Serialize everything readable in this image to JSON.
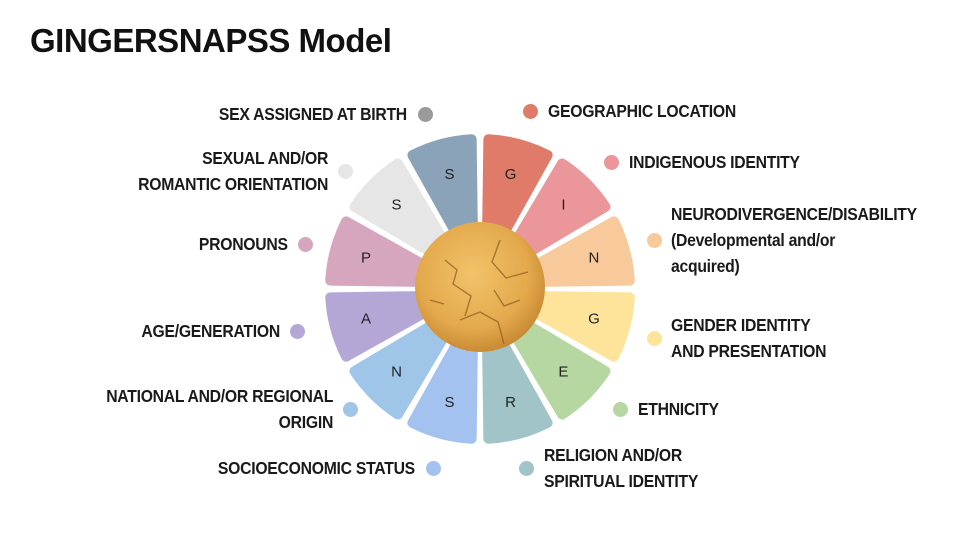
{
  "title": "GINGERSNAPSS Model",
  "segments": [
    {
      "letter": "G",
      "label": "GEOGRAPHIC LOCATION",
      "color": "#e07b6a"
    },
    {
      "letter": "I",
      "label": "INDIGENOUS IDENTITY",
      "color": "#ea969a"
    },
    {
      "letter": "N",
      "label": "NEURODIVERGENCE/DISABILITY",
      "label2": "(Developmental and/or",
      "label3": "acquired)",
      "color": "#f8c99b"
    },
    {
      "letter": "G",
      "label": "GENDER IDENTITY",
      "label2": "AND PRESENTATION",
      "color": "#fee49a"
    },
    {
      "letter": "E",
      "label": "ETHNICITY",
      "color": "#b6d7a2"
    },
    {
      "letter": "R",
      "label": "RELIGION AND/OR",
      "label2": "SPIRITUAL IDENTITY",
      "color": "#a1c4c9"
    },
    {
      "letter": "S",
      "label": "SOCIOECONOMIC STATUS",
      "color": "#a4c2f0"
    },
    {
      "letter": "N",
      "label": "NATIONAL AND/OR REGIONAL",
      "label2": "ORIGIN",
      "color": "#9fc5e8"
    },
    {
      "letter": "A",
      "label": "AGE/GENERATION",
      "color": "#b4a7d6"
    },
    {
      "letter": "P",
      "label": "PRONOUNS",
      "color": "#d5a6bd"
    },
    {
      "letter": "S",
      "label": "SEXUAL AND/OR",
      "label2": "ROMANTIC ORIENTATION",
      "color": "#e6e6e6"
    },
    {
      "letter": "S",
      "label": "SEX ASSIGNED AT BIRTH",
      "color": "#8ba3b8"
    }
  ],
  "center_image": "gingersnap-cookie"
}
